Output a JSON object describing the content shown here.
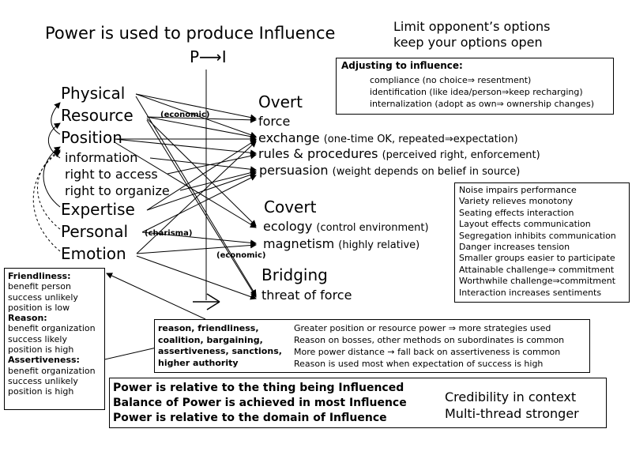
{
  "title": "Power is used to produce Influence",
  "pi": "P⟶I",
  "note": {
    "line1": "Limit opponent’s options",
    "line2": "keep your options open"
  },
  "adjusting": {
    "heading": "Adjusting to influence:",
    "items": [
      "compliance (no choice⇒ resentment)",
      "identification (like idea/person⇒keep recharging)",
      "internalization (adopt as own⇒ ownership changes)"
    ]
  },
  "sources": {
    "physical": "Physical",
    "resource": "Resource",
    "position": "Position",
    "position_sub": [
      "information",
      "right to access",
      "right to organize"
    ],
    "expertise": "Expertise",
    "personal": "Personal",
    "emotion": "Emotion",
    "economic_top": "(economic)",
    "charisma": "(charisma)",
    "economic_bottom": "(economic)"
  },
  "methods": {
    "overt": "Overt",
    "force": "force",
    "exchange": "exchange",
    "exchange_note": "(one-time OK, repeated⇒expectation)",
    "rules": "rules & procedures",
    "rules_note": "(perceived right, enforcement)",
    "persuasion": "persuasion",
    "persuasion_note": "(weight depends on belief in source)",
    "covert": "Covert",
    "ecology": "ecology",
    "ecology_note": "(control environment)",
    "magnetism": "magnetism",
    "magnetism_note": "(highly relative)",
    "bridging": "Bridging",
    "threat": "threat of force"
  },
  "environment": [
    "Noise impairs performance",
    "Variety relieves monotony",
    "Seating effects interaction",
    "Layout effects communication",
    "Segregation inhibits communication",
    "Danger increases tension",
    "Smaller groups easier to participate",
    "Attainable challenge⇒ commitment",
    "Worthwhile challenge⇒commitment",
    "Interaction increases sentiments"
  ],
  "strategies": {
    "left": [
      "reason, friendliness,",
      "coalition, bargaining,",
      "assertiveness, sanctions,",
      "higher authority"
    ],
    "right": [
      "Greater position or resource power ⇒ more strategies used",
      "Reason on bosses, other methods on subordinates is common",
      "More power distance → fall back on assertiveness is common",
      "Reason is used most when expectation of success is high"
    ]
  },
  "tactics": {
    "friendliness": {
      "label": "Friendliness:",
      "lines": [
        "benefit person",
        "success unlikely",
        "position is low"
      ]
    },
    "reason": {
      "label": "Reason:",
      "lines": [
        "benefit organization",
        "success likely",
        "position is high"
      ]
    },
    "assertiveness": {
      "label": "Assertiveness:",
      "lines": [
        "benefit organization",
        "success unlikely",
        "position is high"
      ]
    }
  },
  "summary": {
    "lines": [
      "Power is relative to the thing being Influenced",
      "Balance of Power is achieved in most Influence",
      "Power is relative to the domain of Influence"
    ],
    "right": [
      "Credibility in context",
      "Multi-thread stronger"
    ]
  }
}
